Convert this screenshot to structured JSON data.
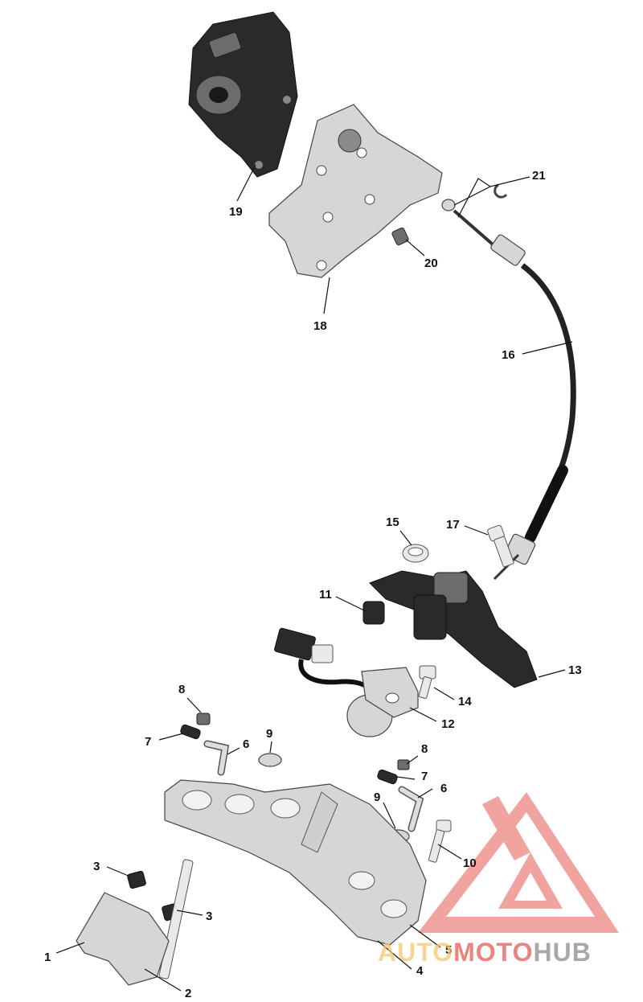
{
  "callouts": {
    "c1": "1",
    "c2": "2",
    "c3a": "3",
    "c3b": "3",
    "c4": "4",
    "c5": "5",
    "c6a": "6",
    "c6b": "6",
    "c7a": "7",
    "c7b": "7",
    "c8a": "8",
    "c8b": "8",
    "c9a": "9",
    "c9b": "9",
    "c10": "10",
    "c11": "11",
    "c12": "12",
    "c13": "13",
    "c14": "14",
    "c15": "15",
    "c16": "16",
    "c17": "17",
    "c18": "18",
    "c19": "19",
    "c20": "20",
    "c21": "21"
  },
  "watermark": {
    "part1": "AUTO",
    "part2": "MOTO",
    "part3": "HUB",
    "colors": {
      "auto": "#f2c76b",
      "moto": "#e65a52",
      "hub": "#8c8c8c",
      "logo": "#e65a52"
    }
  }
}
